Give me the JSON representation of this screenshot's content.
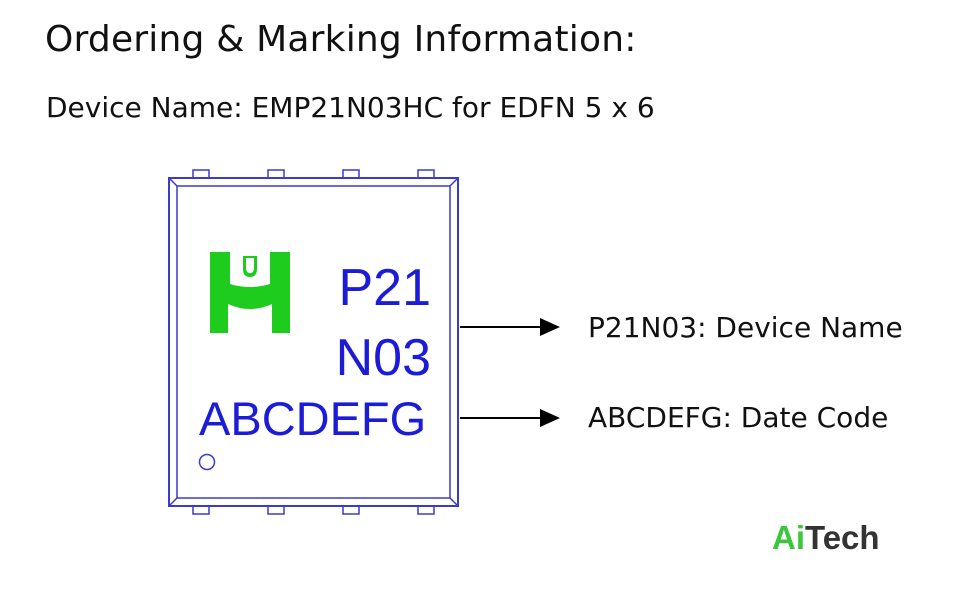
{
  "heading": "Ordering & Marking Information:",
  "subheading": "Device Name: EMP21N03HC for EDFN 5 x 6",
  "chip": {
    "marking_line1": "P21",
    "marking_line2": "N03",
    "marking_line3": "ABCDEFG",
    "logo_icon": "green-m-logo-icon",
    "pin1_icon": "pin1-dot-icon"
  },
  "callouts": [
    {
      "label": "P21N03: Device Name",
      "arrow_icon": "right-arrow-icon"
    },
    {
      "label": "ABCDEFG: Date Code",
      "arrow_icon": "right-arrow-icon"
    }
  ],
  "watermark": {
    "part1": "Ai",
    "part2": "Tech"
  },
  "colors": {
    "marking_text": "#1c1cd8",
    "package_outline": "#3a3ad0",
    "logo_green": "#1ecc1e",
    "watermark_green": "#3cc63c",
    "watermark_dark": "#333333"
  }
}
